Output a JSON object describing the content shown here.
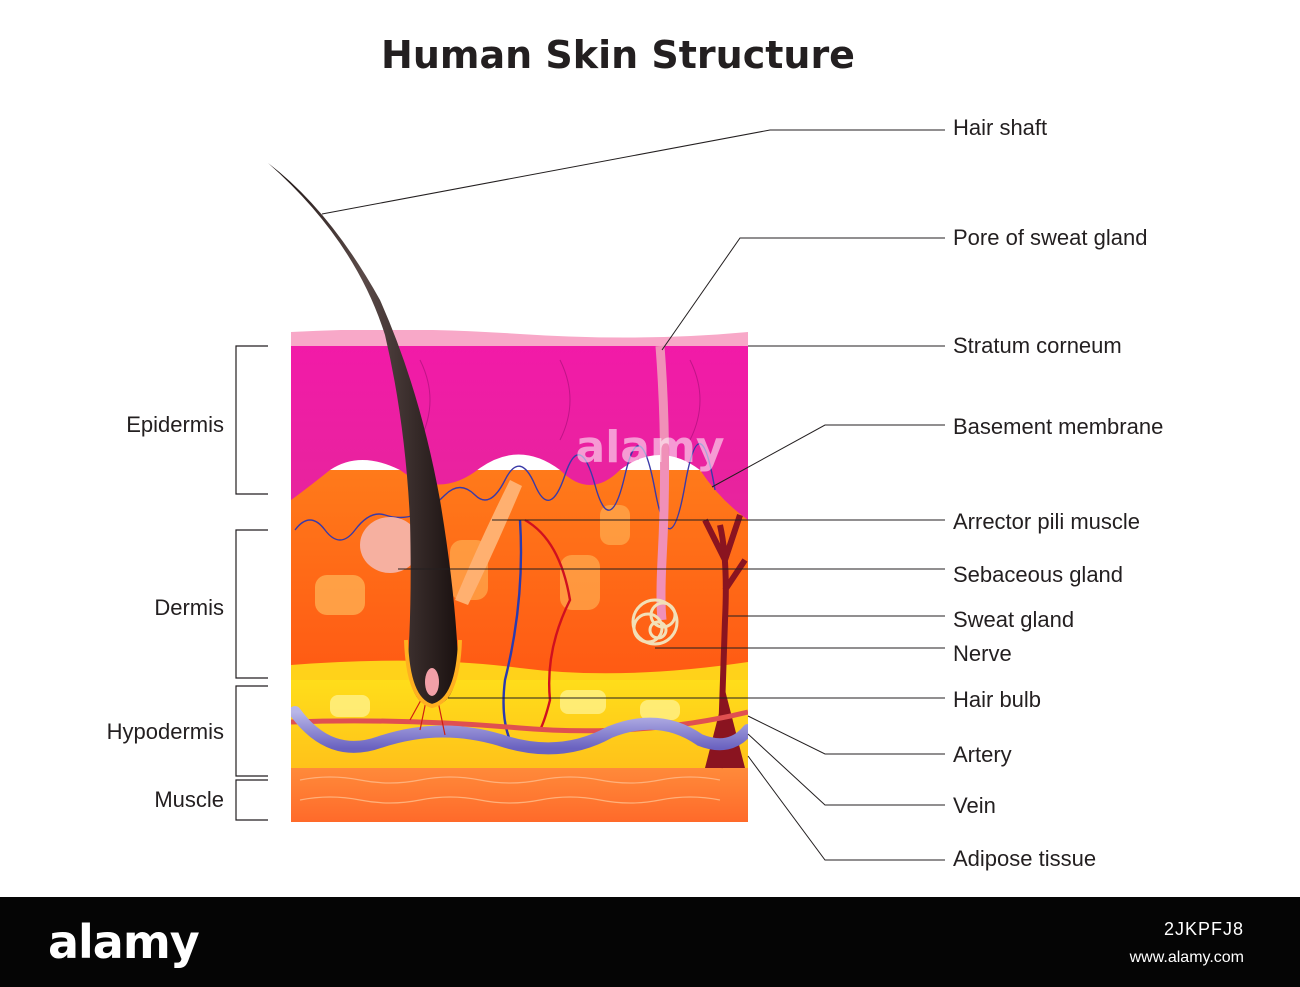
{
  "title": "Human Skin Structure",
  "layers": [
    {
      "key": "epidermis",
      "label": "Epidermis"
    },
    {
      "key": "dermis",
      "label": "Dermis"
    },
    {
      "key": "hypodermis",
      "label": "Hypodermis"
    },
    {
      "key": "muscle",
      "label": "Muscle"
    }
  ],
  "labels": [
    "Hair shaft",
    "Pore of sweat gland",
    "Stratum corneum",
    "Basement membrane",
    "Arrector pili muscle",
    "Sebaceous gland",
    "Sweat gland",
    "Nerve",
    "Hair bulb",
    "Artery",
    "Vein",
    "Adipose tissue"
  ],
  "watermark": "alamy",
  "footer": {
    "logo": "alamy",
    "image_id": "2JKPFJ8",
    "url": "www.alamy.com"
  }
}
